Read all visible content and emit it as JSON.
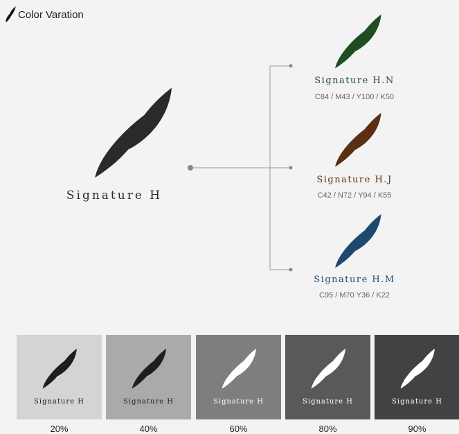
{
  "header": {
    "title": "Color Varation"
  },
  "main": {
    "name": "Signature H",
    "color": "#2a2a2a"
  },
  "variants": [
    {
      "name": "Signature H.N",
      "cmyk": "C84  /  M43  /  Y100  /  K50",
      "color": "#1f4d22"
    },
    {
      "name": "Signature H.J",
      "cmyk": "C42  /  N72  / Y94  /  K55",
      "color": "#5a2f14"
    },
    {
      "name": "Signature H.M",
      "cmyk": "C95  /  M70  Y36  /  K22",
      "color": "#1e4870"
    }
  ],
  "swatches": [
    {
      "name": "Signature H",
      "percent": "20%",
      "bg": "#d4d4d5",
      "logo_color": "#1e1e1e",
      "text_color": "#222222"
    },
    {
      "name": "Signature H",
      "percent": "40%",
      "bg": "#a9aaab",
      "logo_color": "#1e1e1e",
      "text_color": "#222222"
    },
    {
      "name": "Signature H",
      "percent": "60%",
      "bg": "#7d7e80",
      "logo_color": "#ffffff",
      "text_color": "#ffffff"
    },
    {
      "name": "Signature H",
      "percent": "80%",
      "bg": "#58595b",
      "logo_color": "#ffffff",
      "text_color": "#ffffff"
    },
    {
      "name": "Signature H",
      "percent": "90%",
      "bg": "#414244",
      "logo_color": "#ffffff",
      "text_color": "#ffffff"
    }
  ]
}
